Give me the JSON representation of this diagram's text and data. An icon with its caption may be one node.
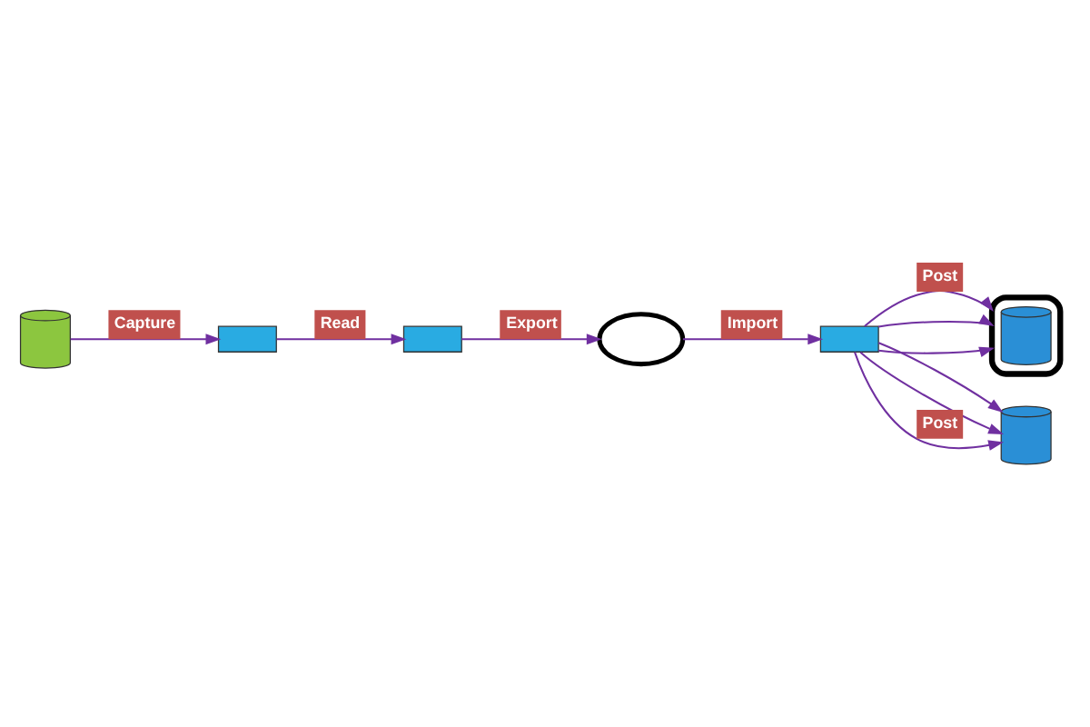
{
  "diagram": {
    "nodes": [
      {
        "text": [],
        "shape": "cylinder"
      },
      {
        "text": [],
        "shape": "box"
      },
      {
        "text": [],
        "shape": "box"
      },
      {
        "text": [],
        "shape": "cloud"
      },
      {
        "text": [],
        "shape": "box"
      },
      {
        "text": [],
        "shape": "cloud"
      },
      {
        "text": [],
        "shape": "cylinder",
        "in": 5
      },
      {
        "text": [],
        "shape": "cylinder"
      }
    ],
    "edges": [
      {
        "from": 0,
        "to": 1,
        "arrow": "to",
        "label": "Capture"
      },
      {
        "from": 1,
        "to": 2,
        "arrow": "to",
        "label": "Read"
      },
      {
        "from": 2,
        "to": 3,
        "arrow": "to",
        "label": "Export"
      },
      {
        "from": 3,
        "to": 4,
        "arrow": "to",
        "label": "Import"
      },
      {
        "from": 4,
        "to": 5,
        "arrow": "to",
        "label": "Post"
      },
      {
        "from": 4,
        "to": 5,
        "arrow": "to"
      },
      {
        "from": 4,
        "to": 5,
        "arrow": "to"
      },
      {
        "from": 4,
        "to": 7,
        "arrow": "to"
      },
      {
        "from": 4,
        "to": 7,
        "arrow": "to"
      },
      {
        "from": 4,
        "to": 7,
        "arrow": "to",
        "label": "Post"
      }
    ]
  }
}
